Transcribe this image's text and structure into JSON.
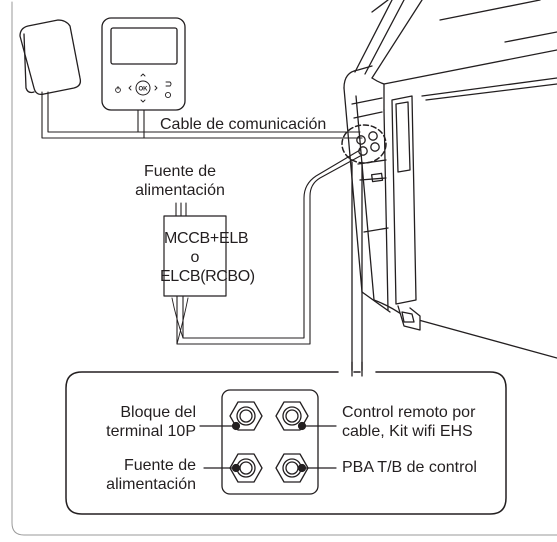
{
  "labels": {
    "cable_comunicacion": "Cable de comunicación",
    "fuente_line1": "Fuente de",
    "fuente_line2": "alimentación",
    "breaker_line1": "MCCB+ELB",
    "breaker_line2": "o",
    "breaker_line3": "ELCB(RCBO)"
  },
  "controller_buttons": {
    "ok": "OK"
  },
  "detail": {
    "left_top_line1": "Bloque del",
    "left_top_line2": "terminal 10P",
    "left_bottom_line1": "Fuente de",
    "left_bottom_line2": "alimentación",
    "right_top_line1": "Control remoto por",
    "right_top_line2": "cable, Kit wifi EHS",
    "right_bottom": "PBA T/B de control"
  }
}
